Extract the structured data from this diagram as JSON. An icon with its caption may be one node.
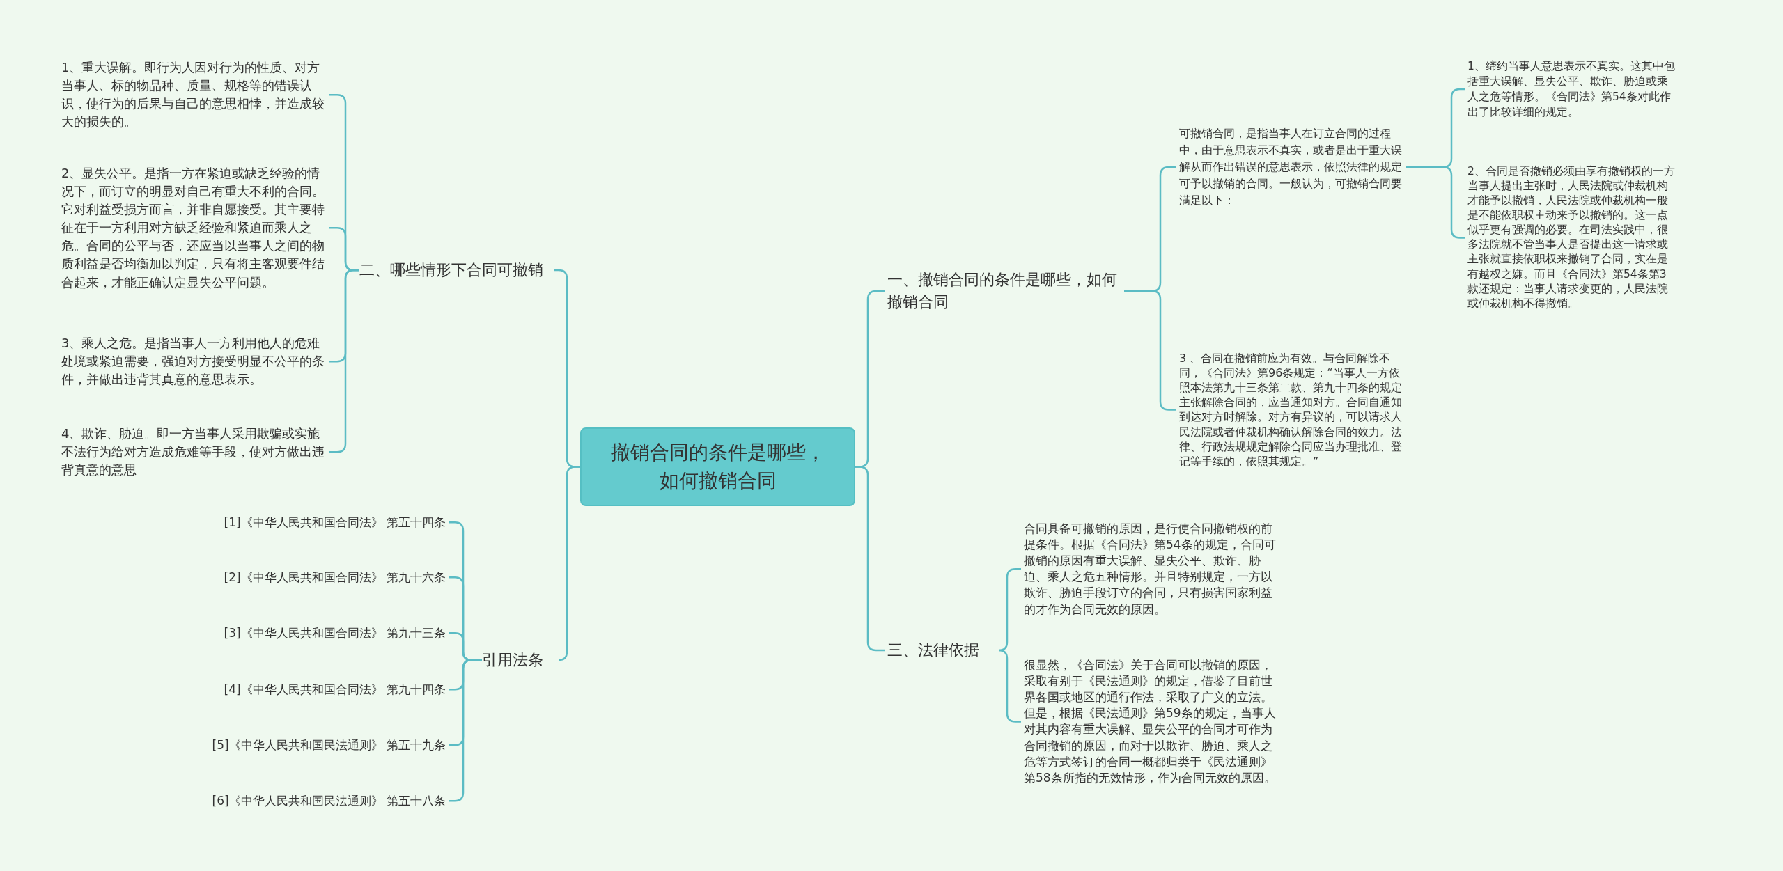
{
  "diagram": {
    "nodes": [
      {
        "text": [
          "撤销合同的条件是哪些，如何撤销合同"
        ]
      },
      {
        "text": [
          "一、撤销合同的条件是哪些，如何撤销合同"
        ]
      },
      {
        "text": [
          "可撤销合同，是指当事人在订立合同的过程中，由于意思表示不真实，或者是出于重大误解从而作出错误的意思表示，依照法律的规定可予以撤销的合同。一般认为，可撤销合同要满足以下："
        ]
      },
      {
        "text": [
          "1、缔约当事人意思表示不真实。这其中包括重大误解、显失公平、欺诈、胁迫或乘人之危等情形。《合同法》第54条对此作出了比较详细的规定。"
        ]
      },
      {
        "text": [
          "2、合同是否撤销必须由享有撤销权的一方当事人提出主张时，人民法院或仲裁机构才能予以撤销，人民法院或仲裁机构一般是不能依职权主动来予以撤销的。这一点似乎更有强调的必要。在司法实践中，很多法院就不管当事人是否提出这一请求或主张就直接依职权来撤销了合同，实在是有越权之嫌。而且《合同法》第54条第3款还规定：当事人请求变更的，人民法院或仲裁机构不得撤销。"
        ]
      },
      {
        "text": [
          "3 、合同在撤销前应为有效。与合同解除不同，《合同法》第96条规定：“当事人一方依照本法第九十三条第二款、第九十四条的规定主张解除合同的，应当通知对方。合同自通知到达对方时解除。对方有异议的，可以请求人民法院或者仲裁机构确认解除合同的效力。法律、行政法规规定解除合同应当办理批准、登记等手续的，依照其规定。”"
        ]
      },
      {
        "text": [
          "三、法律依据"
        ]
      },
      {
        "text": [
          "合同具备可撤销的原因，是行使合同撤销权的前提条件。根据《合同法》第54条的规定，合同可撤销的原因有重大误解、显失公平、欺诈、胁迫、乘人之危五种情形。并且特别规定，一方以欺诈、胁迫手段订立的合同，只有损害国家利益的才作为合同无效的原因。"
        ]
      },
      {
        "text": [
          "很显然，《合同法》关于合同可以撤销的原因，采取有别于《民法通则》的规定，借鉴了目前世界各国或地区的通行作法，采取了广义的立法。但是，根据《民法通则》第59条的规定，当事人对其内容有重大误解、显失公平的合同才可作为合同撤销的原因，而对于以欺诈、胁迫、乘人之危等方式签订的合同一概都归类于《民法通则》第58条所指的无效情形，作为合同无效的原因。"
        ]
      },
      {
        "text": [
          "二、哪些情形下合同可撤销"
        ]
      },
      {
        "text": [
          "1、重大误解。即行为人因对行为的性质、对方当事人、标的物品种、质量、规格等的错误认识，使行为的后果与自己的意思相悖，并造成较大的损失的。"
        ]
      },
      {
        "text": [
          "2、显失公平。是指一方在紧迫或缺乏经验的情况下，而订立的明显对自己有重大不利的合同。它对利益受损方而言，并非自愿接受。其主要特征在于一方利用对方缺乏经验和紧迫而乘人之危。合同的公平与否，还应当以当事人之间的物质利益是否均衡加以判定，只有将主客观要件结合起来，才能正确认定显失公平问题。"
        ]
      },
      {
        "text": [
          "3、乘人之危。是指当事人一方利用他人的危难处境或紧迫需要，强迫对方接受明显不公平的条件，并做出违背其真意的意思表示。"
        ]
      },
      {
        "text": [
          "4、欺诈、胁迫。即一方当事人采用欺骗或实施不法行为给对方造成危难等手段，使对方做出违背真意的意思"
        ]
      },
      {
        "text": [
          "引用法条"
        ]
      },
      {
        "text": [
          "[1]《中华人民共和国合同法》 第五十四条"
        ]
      },
      {
        "text": [
          "[2]《中华人民共和国合同法》 第九十六条"
        ]
      },
      {
        "text": [
          "[3]《中华人民共和国合同法》 第九十三条"
        ]
      },
      {
        "text": [
          "[4]《中华人民共和国合同法》 第九十四条"
        ]
      },
      {
        "text": [
          "[5]《中华人民共和国民法通则》 第五十九条"
        ]
      },
      {
        "text": [
          "[6]《中华人民共和国民法通则》 第五十八条"
        ]
      }
    ],
    "edges": [
      {
        "from": 0,
        "to": 1,
        "arrow": "none"
      },
      {
        "from": 1,
        "to": 2,
        "arrow": "none"
      },
      {
        "from": 2,
        "to": 3,
        "arrow": "none"
      },
      {
        "from": 2,
        "to": 4,
        "arrow": "none"
      },
      {
        "from": 1,
        "to": 5,
        "arrow": "none"
      },
      {
        "from": 0,
        "to": 6,
        "arrow": "none"
      },
      {
        "from": 6,
        "to": 7,
        "arrow": "none"
      },
      {
        "from": 6,
        "to": 8,
        "arrow": "none"
      },
      {
        "from": 0,
        "to": 9,
        "arrow": "none"
      },
      {
        "from": 9,
        "to": 10,
        "arrow": "none"
      },
      {
        "from": 9,
        "to": 11,
        "arrow": "none"
      },
      {
        "from": 9,
        "to": 12,
        "arrow": "none"
      },
      {
        "from": 9,
        "to": 13,
        "arrow": "none"
      },
      {
        "from": 0,
        "to": 14,
        "arrow": "none"
      },
      {
        "from": 14,
        "to": 15,
        "arrow": "none"
      },
      {
        "from": 14,
        "to": 16,
        "arrow": "none"
      },
      {
        "from": 14,
        "to": 17,
        "arrow": "none"
      },
      {
        "from": 14,
        "to": 18,
        "arrow": "none"
      },
      {
        "from": 14,
        "to": 19,
        "arrow": "none"
      },
      {
        "from": 14,
        "to": 20,
        "arrow": "none"
      }
    ]
  }
}
